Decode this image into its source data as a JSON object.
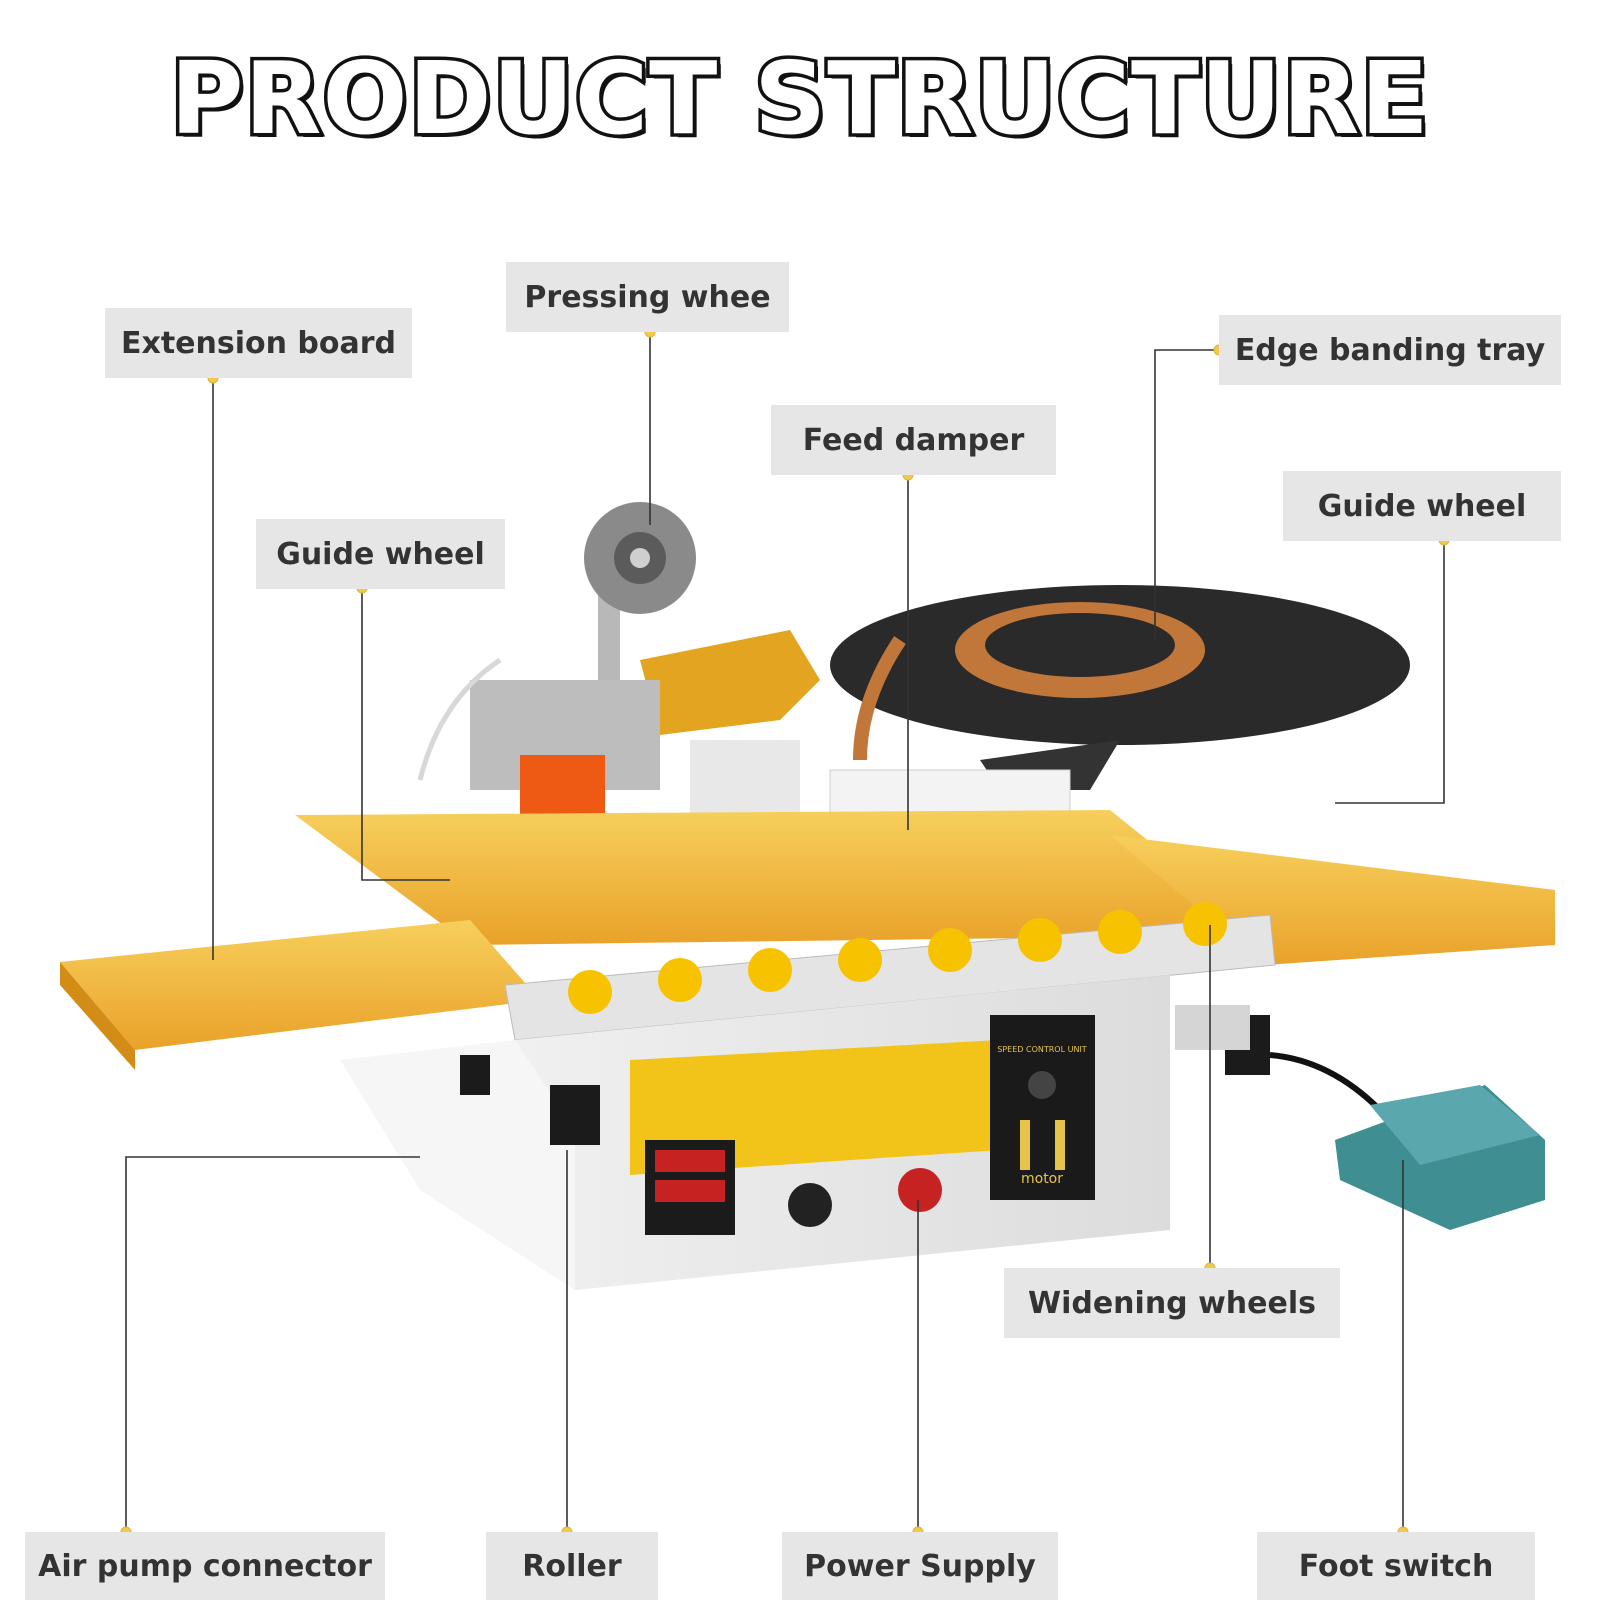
{
  "title": "PRODUCT STRUCTURE",
  "labels": {
    "extension_board": "Extension board",
    "pressing_wheel": "Pressing whee",
    "edge_banding_tray": "Edge banding tray",
    "feed_damper": "Feed damper",
    "guide_wheel_left": "Guide wheel",
    "guide_wheel_right": "Guide wheel",
    "widening_wheels": "Widening wheels",
    "air_pump_connector": "Air pump connector",
    "roller": "Roller",
    "power_supply": "Power Supply",
    "foot_switch": "Foot switch"
  },
  "panel": {
    "speed_unit_text": "SPEED CONTROL UNIT",
    "motor_text": "motor"
  },
  "colors": {
    "accent_yellow": "#f5b70f",
    "orange": "#e7961f",
    "callout_dot": "#f2c94c",
    "label_bg": "#e6e6e6",
    "pedal_teal": "#3f8e92"
  }
}
